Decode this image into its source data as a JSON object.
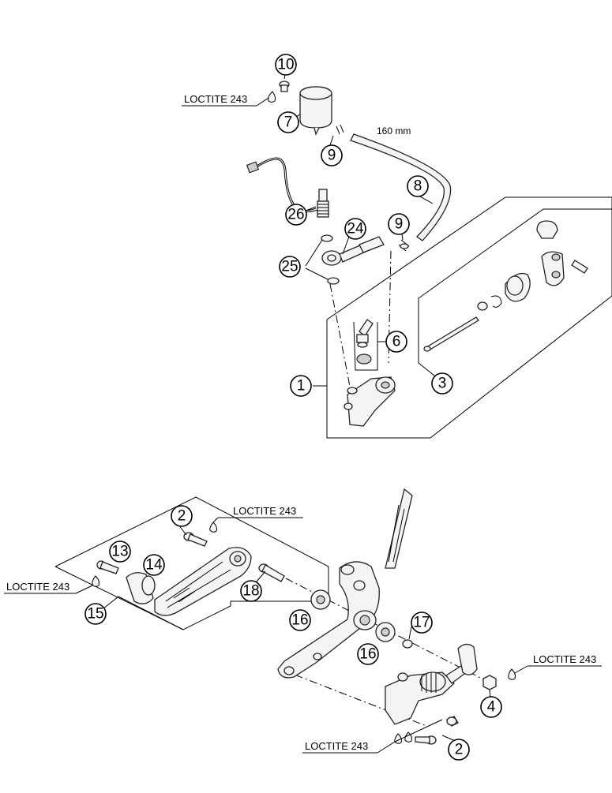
{
  "callouts": {
    "c1": "1",
    "c2a": "2",
    "c2b": "2",
    "c3": "3",
    "c4": "4",
    "c6": "6",
    "c7": "7",
    "c8": "8",
    "c9a": "9",
    "c9b": "9",
    "c10": "10",
    "c13": "13",
    "c14": "14",
    "c15": "15",
    "c16a": "16",
    "c16b": "16",
    "c17": "17",
    "c18": "18",
    "c24": "24",
    "c25": "25",
    "c26": "26"
  },
  "labels": {
    "loctite_reservoir": "LOCTITE 243",
    "loctite_pedal_top": "LOCTITE 243",
    "loctite_pedal_left": "LOCTITE 243",
    "loctite_right": "LOCTITE 243",
    "loctite_bottom": "LOCTITE 243",
    "hose_length": "160 mm"
  }
}
